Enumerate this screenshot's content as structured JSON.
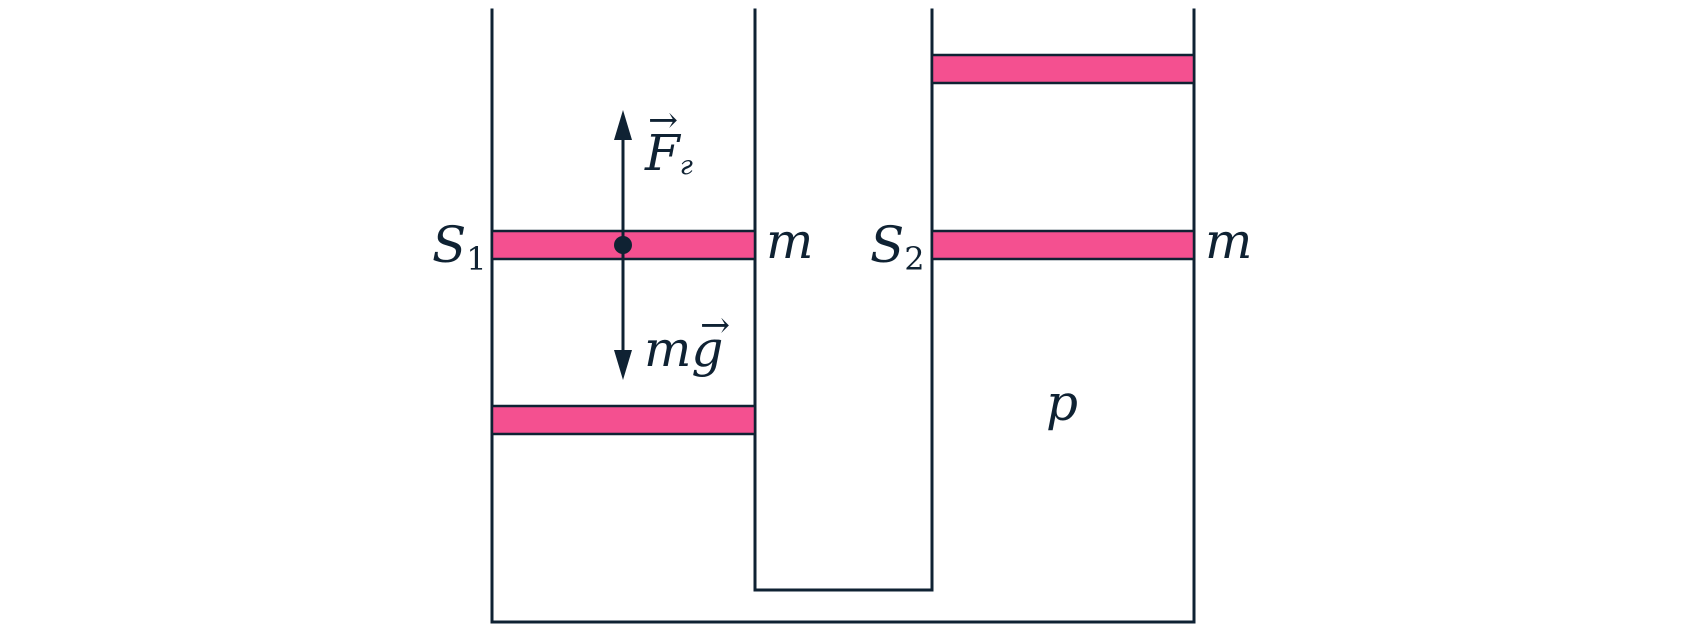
{
  "colors": {
    "stroke": "#0f2233",
    "piston": "#f45090",
    "background": "#ffffff"
  },
  "labels": {
    "s1_main": "S",
    "s1_sub": "1",
    "s2_main": "S",
    "s2_sub": "2",
    "mass_left": "m",
    "mass_right": "m",
    "force_gas_main": "F",
    "force_gas_sub": "г",
    "force_gas_arrow": "→",
    "gravity_m": "m",
    "gravity_g": "g",
    "gravity_arrow": "→",
    "pressure": "p"
  }
}
